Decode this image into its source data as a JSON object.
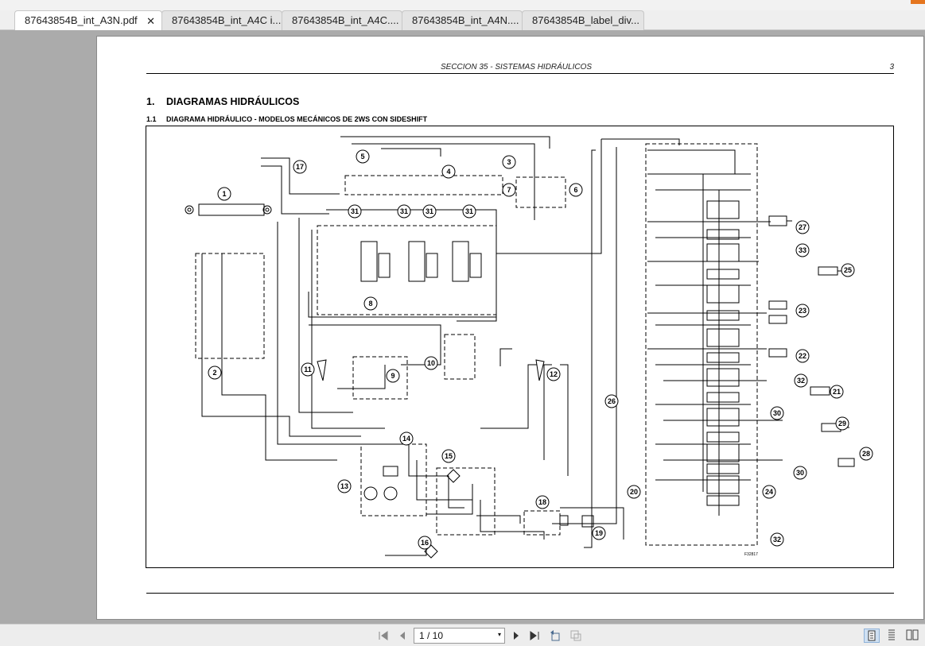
{
  "tabs": [
    {
      "label": "87643854B_int_A3N.pdf",
      "active": true,
      "close": "✕"
    },
    {
      "label": "87643854B_int_A4C i..."
    },
    {
      "label": "87643854B_int_A4C...."
    },
    {
      "label": "87643854B_int_A4N...."
    },
    {
      "label": "87643854B_label_div..."
    }
  ],
  "document": {
    "section_header": "SECCION 35 - SISTEMAS HIDRÁULICOS",
    "page_number": "3",
    "heading_num": "1.",
    "heading": "DIAGRAMAS HIDRÁULICOS",
    "subheading_num": "1.1",
    "subheading": "DIAGRAMA HIDRÁULICO - MODELOS MECÁNICOS DE 2WS CON SIDESHIFT"
  },
  "diagram": {
    "callouts": [
      "1",
      "2",
      "3",
      "4",
      "5",
      "6",
      "7",
      "8",
      "9",
      "10",
      "11",
      "12",
      "13",
      "14",
      "15",
      "16",
      "17",
      "18",
      "19",
      "20",
      "21",
      "22",
      "23",
      "24",
      "25",
      "26",
      "27",
      "28",
      "29",
      "30",
      "30",
      "31",
      "31",
      "31",
      "31",
      "32",
      "32",
      "33"
    ],
    "figure_code": "F32817"
  },
  "toolbar": {
    "page_indicator": "1 / 10",
    "dropdown_arrow": "▾"
  },
  "colors": {
    "viewer_bg": "#ababab",
    "selected_view": "#cfe0f2"
  }
}
